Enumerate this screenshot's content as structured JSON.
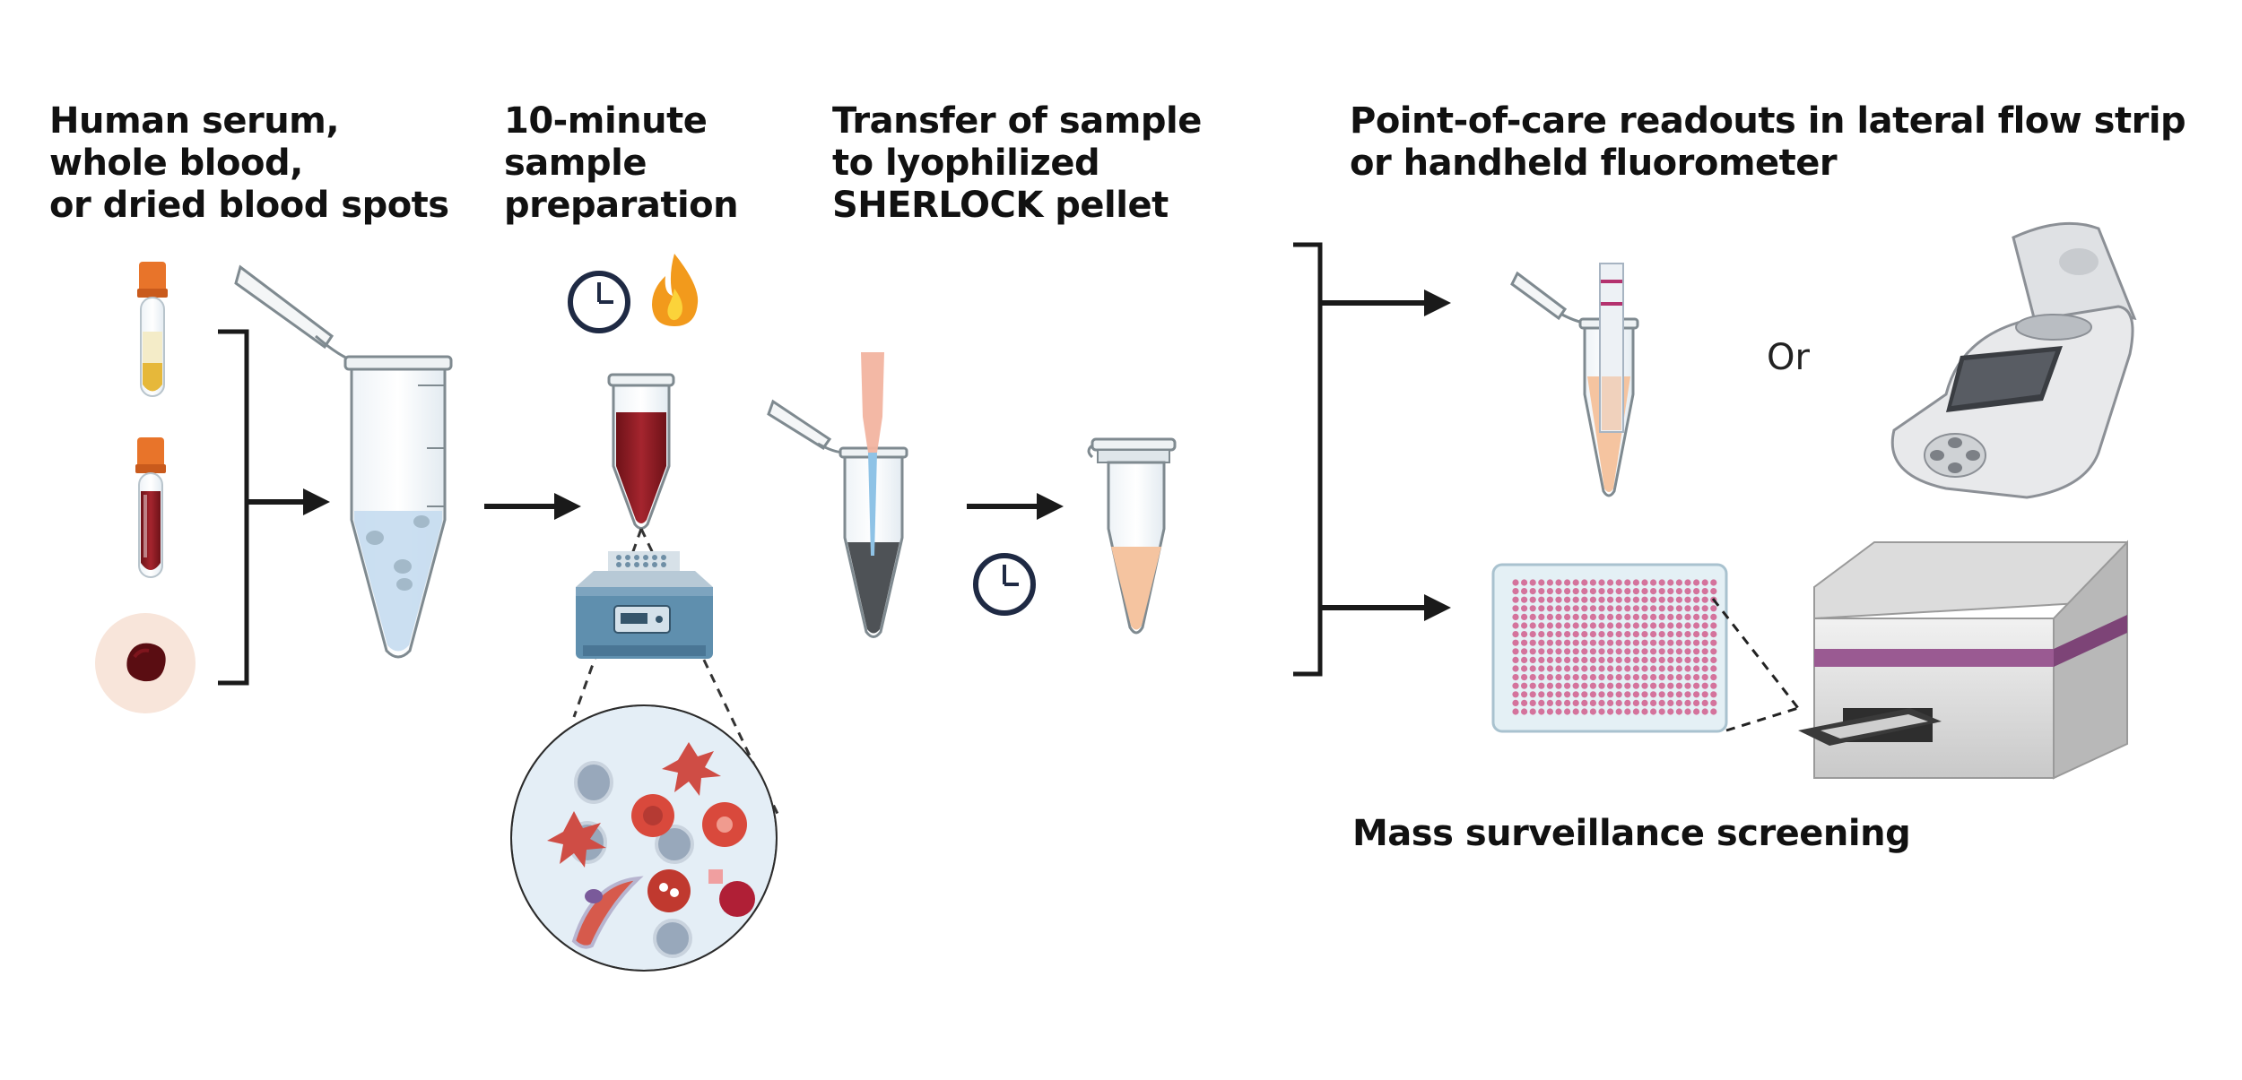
{
  "steps": {
    "input": {
      "line1": "Human serum,",
      "line2": "whole blood,",
      "line3": "or dried blood spots"
    },
    "prep": {
      "line1": "10-minute",
      "line2": "sample",
      "line3": "preparation"
    },
    "transfer": {
      "line1": "Transfer of sample",
      "line2": "to lyophilized",
      "line3": "SHERLOCK pellet"
    },
    "readout": {
      "line1": "Point-of-care readouts in lateral flow strip",
      "line2": "or handheld fluorometer"
    },
    "or_word": "Or",
    "screening": "Mass surveillance screening"
  },
  "icons": [
    "serum-tube-icon",
    "blood-tube-icon",
    "dried-blood-spot-icon",
    "open-tube-icon",
    "clock-icon",
    "flame-icon",
    "heat-block-icon",
    "blood-cells-zoom-icon",
    "pellet-tube-icon",
    "lateral-flow-strip-icon",
    "handheld-fluorometer-icon",
    "well-plate-icon",
    "plate-reader-icon",
    "arrow-icon",
    "bracket-icon"
  ],
  "colors": {
    "text": "#111111",
    "arrow": "#1a1a1a",
    "blood": "#8e1a22",
    "serum": "#e6b83a",
    "cap": "#e8742a",
    "reaction": "#f5c4a0",
    "strip_band": "#b4326e",
    "plate_wells": "#d4739c",
    "reader_stripe": "#9a5a92",
    "heat_block": "#5f8fae"
  }
}
